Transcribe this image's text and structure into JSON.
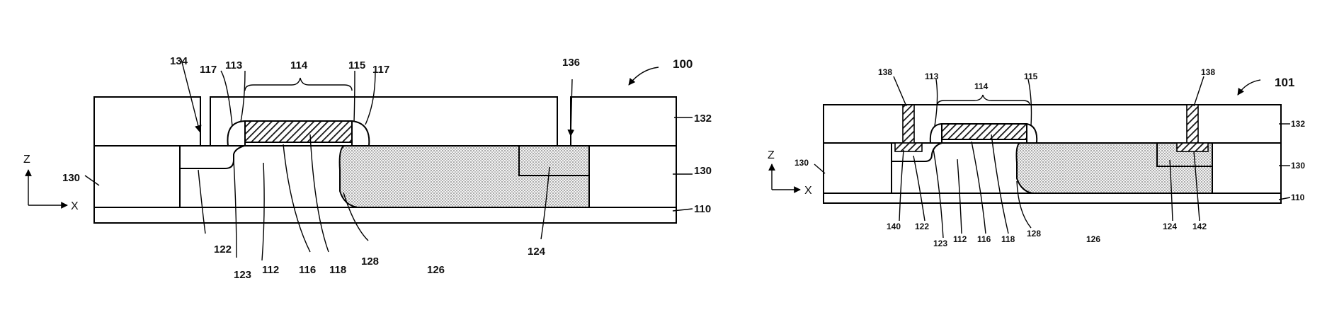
{
  "fig_a": {
    "ref": "100",
    "axis_z": "Z",
    "axis_x": "X",
    "labels": {
      "l134": "134",
      "l117a": "117",
      "l113": "113",
      "l114": "114",
      "l115": "115",
      "l117b": "117",
      "l136": "136",
      "l132": "132",
      "l130a": "130",
      "l130b": "130",
      "l110": "110",
      "l122": "122",
      "l123": "123",
      "l112": "112",
      "l116": "116",
      "l118": "118",
      "l128": "128",
      "l126": "126",
      "l124": "124"
    }
  },
  "fig_b": {
    "ref": "101",
    "axis_z": "Z",
    "axis_x": "X",
    "labels": {
      "l138a": "138",
      "l113": "113",
      "l114": "114",
      "l115": "115",
      "l138b": "138",
      "l132": "132",
      "l130a": "130",
      "l130b": "130",
      "l110": "110",
      "l140": "140",
      "l122": "122",
      "l123": "123",
      "l112": "112",
      "l116": "116",
      "l118": "118",
      "l128": "128",
      "l126": "126",
      "l124": "124",
      "l142": "142"
    }
  },
  "colors": {
    "line": "#000000",
    "stipple": "#c8c8c8",
    "hatch": "#333333"
  }
}
